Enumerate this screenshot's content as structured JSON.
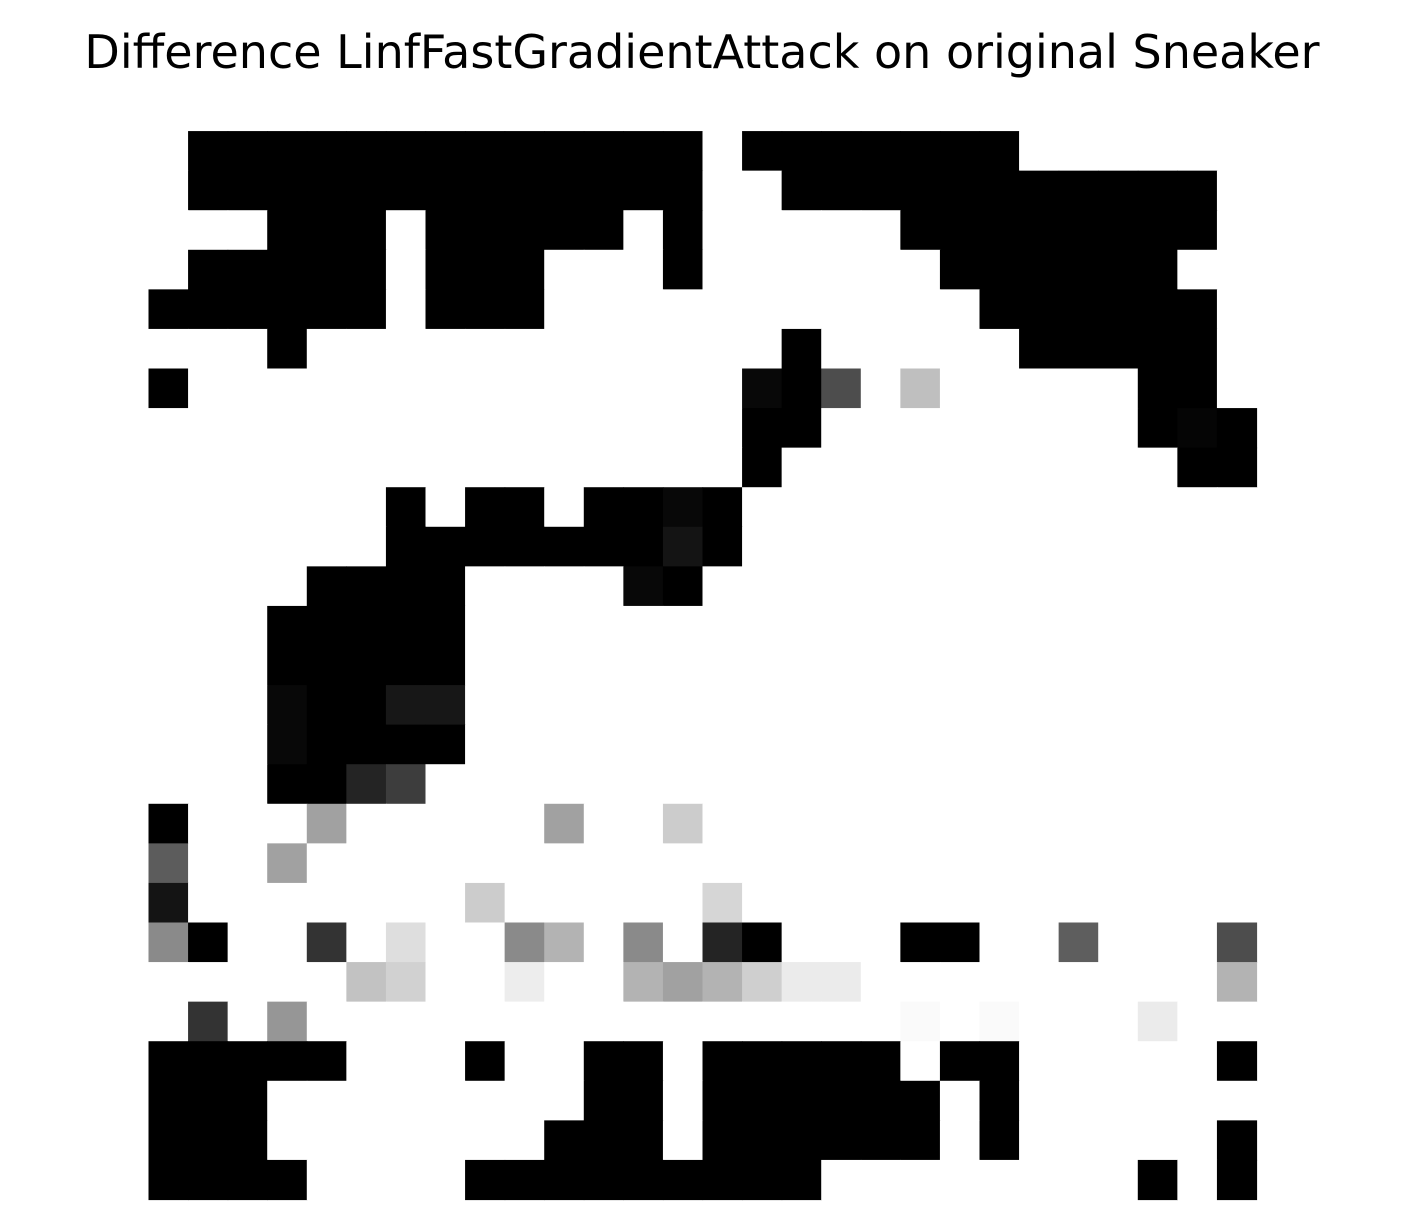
{
  "chart_data": {
    "type": "heatmap",
    "title": "Difference LinfFastGradientAttack on original Sneaker",
    "xlabel": "",
    "ylabel": "",
    "axes_visible": false,
    "grid": false,
    "colormap": "gray_r",
    "color_low": "#ffffff",
    "color_high": "#000000",
    "vmin": 0,
    "vmax": 1,
    "shape": [
      28,
      28
    ],
    "values": [
      [
        0,
        0,
        0,
        0,
        0,
        0,
        0,
        0,
        0,
        0,
        0,
        0,
        0,
        0,
        0,
        0,
        0,
        0,
        0,
        0,
        0,
        0,
        0,
        0,
        0,
        0,
        0,
        0
      ],
      [
        0,
        1,
        1,
        1,
        1,
        1,
        1,
        1,
        1,
        1,
        1,
        1,
        1,
        1,
        0,
        1,
        1,
        1,
        1,
        1,
        1,
        1,
        0,
        0,
        0,
        0,
        0,
        0
      ],
      [
        0,
        1,
        1,
        1,
        1,
        1,
        1,
        1,
        1,
        1,
        1,
        1,
        1,
        1,
        0,
        0,
        1,
        1,
        1,
        1,
        1,
        1,
        1,
        1,
        1,
        1,
        1,
        0
      ],
      [
        0,
        0,
        0,
        1,
        1,
        1,
        0,
        1,
        1,
        1,
        1,
        1,
        0,
        1,
        0,
        0,
        0,
        0,
        0,
        1,
        1,
        1,
        1,
        1,
        1,
        1,
        1,
        0
      ],
      [
        0,
        1,
        1,
        1,
        1,
        1,
        0,
        1,
        1,
        1,
        0,
        0,
        0,
        1,
        0,
        0,
        0,
        0,
        0,
        0,
        1,
        1,
        1,
        1,
        1,
        1,
        0,
        0
      ],
      [
        1,
        1,
        1,
        1,
        1,
        1,
        0,
        1,
        1,
        1,
        0,
        0,
        0,
        0,
        0,
        0,
        0,
        0,
        0,
        0,
        0,
        1,
        1,
        1,
        1,
        1,
        1,
        0
      ],
      [
        0,
        0,
        0,
        1,
        0,
        0,
        0,
        0,
        0,
        0,
        0,
        0,
        0,
        0,
        0,
        0,
        1,
        0,
        0,
        0,
        0,
        0,
        1,
        1,
        1,
        1,
        1,
        0
      ],
      [
        1,
        0,
        0,
        0,
        0,
        0,
        0,
        0,
        0,
        0,
        0,
        0,
        0,
        0,
        0,
        0.97,
        1,
        0.7,
        0,
        0.25,
        0,
        0,
        0,
        0,
        0,
        1,
        1,
        0
      ],
      [
        0,
        0,
        0,
        0,
        0,
        0,
        0,
        0,
        0,
        0,
        0,
        0,
        0,
        0,
        0,
        1,
        1,
        0,
        0,
        0,
        0,
        0,
        0,
        0,
        0,
        1,
        0.98,
        1
      ],
      [
        0,
        0,
        0,
        0,
        0,
        0,
        0,
        0,
        0,
        0,
        0,
        0,
        0,
        0,
        0,
        1,
        0,
        0,
        0,
        0,
        0,
        0,
        0,
        0,
        0,
        0,
        1,
        1
      ],
      [
        0,
        0,
        0,
        0,
        0,
        0,
        1,
        0,
        1,
        1,
        0,
        1,
        1,
        0.97,
        1,
        0,
        0,
        0,
        0,
        0,
        0,
        0,
        0,
        0,
        0,
        0,
        0,
        0
      ],
      [
        0,
        0,
        0,
        0,
        0,
        0,
        1,
        1,
        1,
        1,
        1,
        1,
        1,
        0.92,
        1,
        0,
        0,
        0,
        0,
        0,
        0,
        0,
        0,
        0,
        0,
        0,
        0,
        0
      ],
      [
        0,
        0,
        0,
        0,
        1,
        1,
        1,
        1,
        0,
        0,
        0,
        0,
        0.97,
        1,
        0,
        0,
        0,
        0,
        0,
        0,
        0,
        0,
        0,
        0,
        0,
        0,
        0,
        0
      ],
      [
        0,
        0,
        0,
        1,
        1,
        1,
        1,
        1,
        0,
        0,
        0,
        0,
        0,
        0,
        0,
        0,
        0,
        0,
        0,
        0,
        0,
        0,
        0,
        0,
        0,
        0,
        0,
        0
      ],
      [
        0,
        0,
        0,
        1,
        1,
        1,
        1,
        1,
        0,
        0,
        0,
        0,
        0,
        0,
        0,
        0,
        0,
        0,
        0,
        0,
        0,
        0,
        0,
        0,
        0,
        0,
        0,
        0
      ],
      [
        0,
        0,
        0,
        0.97,
        1,
        1,
        0.91,
        0.91,
        0,
        0,
        0,
        0,
        0,
        0,
        0,
        0,
        0,
        0,
        0,
        0,
        0,
        0,
        0,
        0,
        0,
        0,
        0,
        0
      ],
      [
        0,
        0,
        0,
        0.97,
        1,
        1,
        1,
        1,
        0,
        0,
        0,
        0,
        0,
        0,
        0,
        0,
        0,
        0,
        0,
        0,
        0,
        0,
        0,
        0,
        0,
        0,
        0,
        0
      ],
      [
        0,
        0,
        0,
        1,
        1,
        0.86,
        0.76,
        0,
        0,
        0,
        0,
        0,
        0,
        0,
        0,
        0,
        0,
        0,
        0,
        0,
        0,
        0,
        0,
        0,
        0,
        0,
        0,
        0
      ],
      [
        1,
        0,
        0,
        0,
        0.37,
        0,
        0,
        0,
        0,
        0,
        0.37,
        0,
        0,
        0.2,
        0,
        0,
        0,
        0,
        0,
        0,
        0,
        0,
        0,
        0,
        0,
        0,
        0,
        0
      ],
      [
        0.64,
        0,
        0,
        0.37,
        0,
        0,
        0,
        0,
        0,
        0,
        0,
        0,
        0,
        0,
        0,
        0,
        0,
        0,
        0,
        0,
        0,
        0,
        0,
        0,
        0,
        0,
        0,
        0
      ],
      [
        0.92,
        0,
        0,
        0,
        0,
        0,
        0,
        0,
        0.2,
        0,
        0,
        0,
        0,
        0,
        0.16,
        0,
        0,
        0,
        0,
        0,
        0,
        0,
        0,
        0,
        0,
        0,
        0,
        0
      ],
      [
        0.46,
        1,
        0,
        0,
        0.8,
        0,
        0.13,
        0,
        0,
        0.46,
        0.3,
        0,
        0.46,
        0,
        0.86,
        1,
        0,
        0,
        0,
        1,
        1,
        0,
        0,
        0.63,
        0,
        0,
        0,
        0.7
      ],
      [
        0,
        0,
        0,
        0,
        0,
        0.24,
        0.18,
        0,
        0,
        0.07,
        0,
        0,
        0.3,
        0.37,
        0.3,
        0.19,
        0.08,
        0.08,
        0,
        0,
        0,
        0,
        0,
        0,
        0,
        0,
        0,
        0.3
      ],
      [
        0,
        0.8,
        0,
        0.41,
        0,
        0,
        0,
        0,
        0,
        0,
        0,
        0,
        0,
        0,
        0,
        0,
        0,
        0,
        0,
        0.02,
        0,
        0.02,
        0,
        0,
        0,
        0.08,
        0,
        0
      ],
      [
        1,
        1,
        1,
        1,
        1,
        0,
        0,
        0,
        1,
        0,
        0,
        1,
        1,
        0,
        1,
        1,
        1,
        1,
        1,
        0,
        1,
        1,
        0,
        0,
        0,
        0,
        0,
        1
      ],
      [
        1,
        1,
        1,
        0,
        0,
        0,
        0,
        0,
        0,
        0,
        0,
        1,
        1,
        0,
        1,
        1,
        1,
        1,
        1,
        1,
        0,
        1,
        0,
        0,
        0,
        0,
        0,
        0
      ],
      [
        1,
        1,
        1,
        0,
        0,
        0,
        0,
        0,
        0,
        0,
        1,
        1,
        1,
        0,
        1,
        1,
        1,
        1,
        1,
        1,
        0,
        1,
        0,
        0,
        0,
        0,
        0,
        1
      ],
      [
        1,
        1,
        1,
        1,
        0,
        0,
        0,
        0,
        1,
        1,
        1,
        1,
        1,
        1,
        1,
        1,
        1,
        0,
        0,
        0,
        0,
        0,
        0,
        0,
        0,
        1,
        0,
        1
      ]
    ]
  }
}
